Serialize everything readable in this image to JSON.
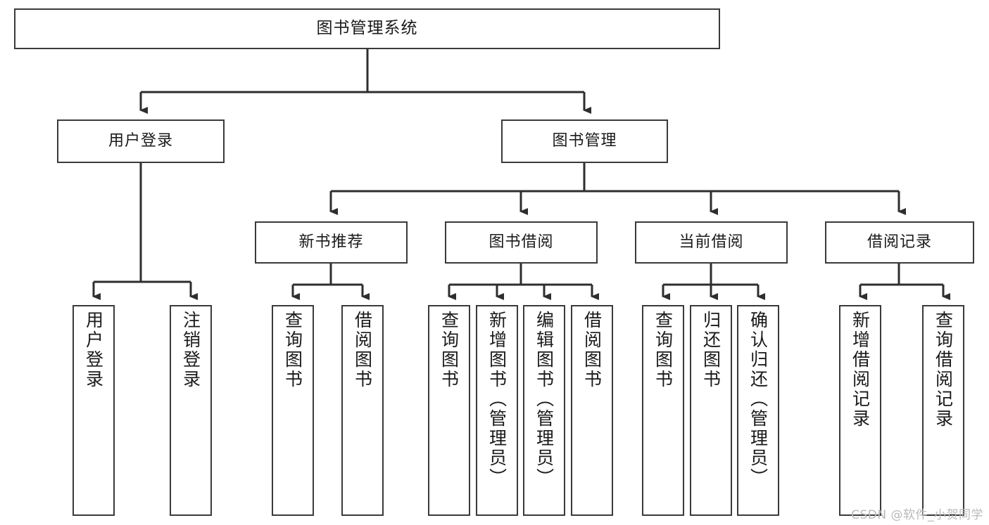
{
  "diagram": {
    "title": "图书管理系统",
    "type": "tree-hierarchy",
    "watermark": "CSDN @软件_小贺同学",
    "colors": {
      "box_border": "#3a3a3a",
      "box_fill": "#ffffff",
      "connector": "#2e2e2e",
      "text": "#1a1a1a",
      "watermark": "#b9b9b9",
      "background": "#ffffff"
    },
    "root": {
      "id": "root",
      "label": "图书管理系统"
    },
    "level2": [
      {
        "id": "l2-0",
        "label": "用户登录"
      },
      {
        "id": "l2-1",
        "label": "图书管理"
      }
    ],
    "level3": [
      {
        "id": "l3-0",
        "label": "新书推荐",
        "parent": "图书管理"
      },
      {
        "id": "l3-1",
        "label": "图书借阅",
        "parent": "图书管理"
      },
      {
        "id": "l3-2",
        "label": "当前借阅",
        "parent": "图书管理"
      },
      {
        "id": "l3-3",
        "label": "借阅记录",
        "parent": "图书管理"
      }
    ],
    "leaves": [
      {
        "id": "lf-0",
        "label": "用户登录",
        "parent": "用户登录"
      },
      {
        "id": "lf-1",
        "label": "注销登录",
        "parent": "用户登录"
      },
      {
        "id": "lf-2",
        "label": "查询图书",
        "parent": "新书推荐"
      },
      {
        "id": "lf-3",
        "label": "借阅图书",
        "parent": "新书推荐"
      },
      {
        "id": "lf-4",
        "label": "查询图书",
        "parent": "图书借阅"
      },
      {
        "id": "lf-5",
        "label": "新增图书（管理员）",
        "parent": "图书借阅"
      },
      {
        "id": "lf-6",
        "label": "编辑图书（管理员）",
        "parent": "图书借阅"
      },
      {
        "id": "lf-7",
        "label": "借阅图书",
        "parent": "图书借阅"
      },
      {
        "id": "lf-8",
        "label": "查询图书",
        "parent": "当前借阅"
      },
      {
        "id": "lf-9",
        "label": "归还图书",
        "parent": "当前借阅"
      },
      {
        "id": "lf-10",
        "label": "确认归还（管理员）",
        "parent": "当前借阅"
      },
      {
        "id": "lf-11",
        "label": "新增借阅记录",
        "parent": "借阅记录"
      },
      {
        "id": "lf-12",
        "label": "查询借阅记录",
        "parent": "借阅记录"
      }
    ]
  }
}
